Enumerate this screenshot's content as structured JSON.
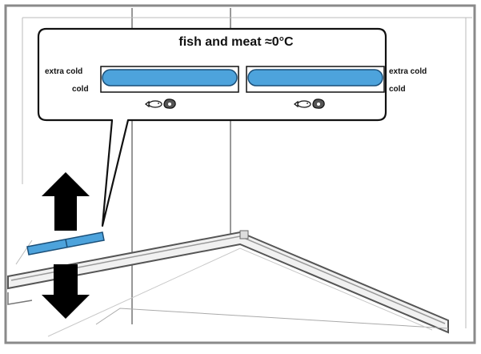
{
  "callout": {
    "title": "fish and meat ≈0°C",
    "left_top_label": "extra cold",
    "left_bottom_label": "cold",
    "right_top_label": "extra cold",
    "right_bottom_label": "cold"
  },
  "icons": {
    "left_pair": [
      "fish-icon",
      "meat-icon"
    ],
    "right_pair": [
      "fish-icon",
      "meat-icon"
    ],
    "arrows": [
      "arrow-up-icon",
      "arrow-down-icon"
    ]
  },
  "colors": {
    "slider_blue": "#4da3dc",
    "frame_gray": "#888888"
  },
  "slider_level": {
    "left": "extra cold",
    "right": "extra cold"
  }
}
